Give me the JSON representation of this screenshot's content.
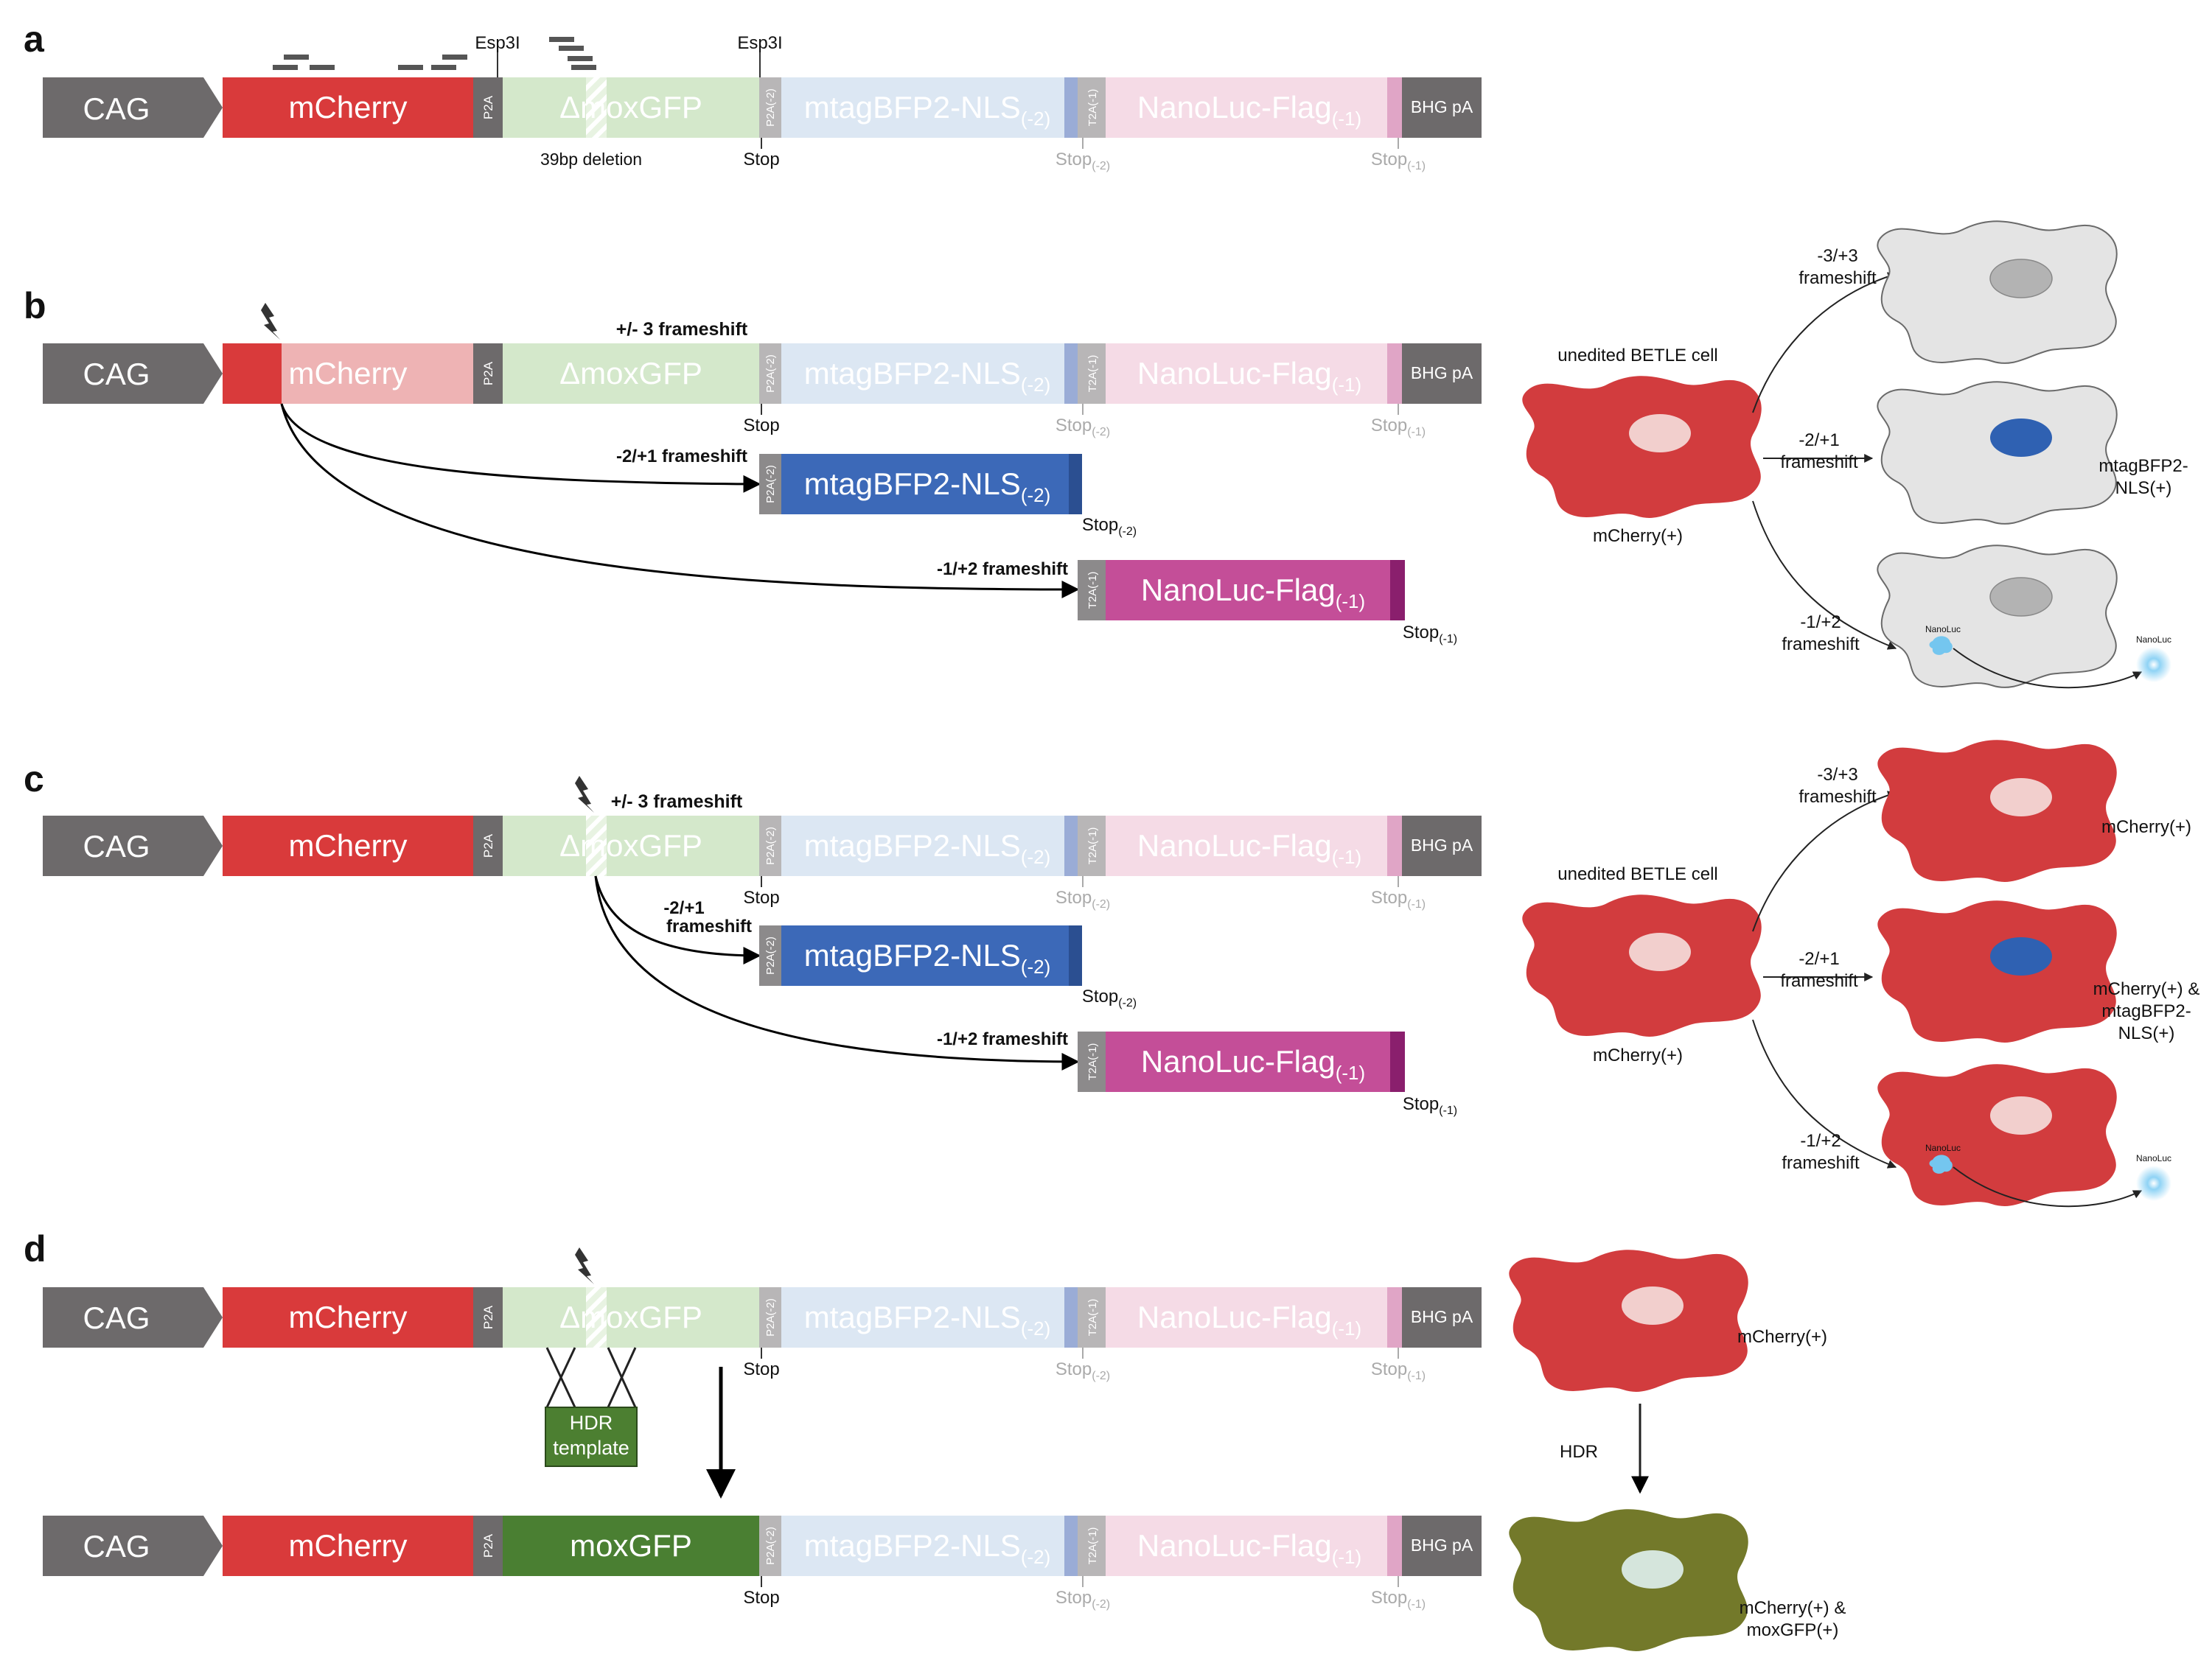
{
  "colors": {
    "promoter": "#6d6a6b",
    "mcherry": "#d93a3b",
    "mcherry_light": "#eeb3b4",
    "gfp_light": "#d4e8cb",
    "gfp": "#4a7f32",
    "bfp_light": "#dce7f3",
    "bfp": "#3c69b8",
    "bfp_tail_light": "#9aacd6",
    "bfp_tail": "#2b4f91",
    "nluc_light": "#f5dbe6",
    "nluc": "#c44e98",
    "nluc_tail_light": "#e0a5c6",
    "nluc_tail": "#8a1f6d",
    "grey_box": "#8c8a8b",
    "cell_red": "#d23c3e",
    "cell_grey": "#e4e4e4",
    "cell_olive": "#73792a",
    "nucleus_pink": "#f2cfcd",
    "nucleus_grey": "#b3b3b3",
    "nucleus_blue": "#2f61b2",
    "nucleus_green": "#d5e5dc",
    "glow": "#74c6ef",
    "hdr_template": "#4c7f31"
  },
  "panel_letters": {
    "a": "a",
    "b": "b",
    "c": "c",
    "d": "d"
  },
  "construct": {
    "cag": "CAG",
    "mcherry": "mCherry",
    "p2a": "P2A",
    "gfp_deleted": "ΔmoxGFP",
    "gfp_repaired": "moxGFP",
    "p2a_2": "P2A(-2)",
    "bfp": "mtagBFP2-NLS",
    "bfp_sub": "(-2)",
    "t2a_1": "T2A(-1)",
    "nluc": "NanoLuc-Flag",
    "nluc_sub": "(-1)",
    "bhg": "BHG pA",
    "stop": "Stop",
    "stop_2_base": "Stop",
    "stop_2_sub": "(-2)",
    "stop_1_base": "Stop",
    "stop_1_sub": "(-1)"
  },
  "panel_a": {
    "esp3i_1": "Esp3I",
    "esp3i_2": "Esp3I",
    "deletion": "39bp deletion"
  },
  "frameshifts": {
    "pm3": "+/- 3 frameshift",
    "m2p1": "-2/+1 frameshift",
    "m2p1_line1": "-2/+1",
    "m2p1_line2": "frameshift",
    "m1p2": "-1/+2 frameshift",
    "m1p2_c": "-1/+2  frameshift"
  },
  "cells": {
    "unedited": "unedited BETLE cell",
    "mcherry_pos": "mCherry(+)",
    "shift_m3p3_line1": "-3/+3",
    "shift_m2p1_line1": "-2/+1",
    "shift_m1p2_line1": "-1/+2",
    "shift_line2": "frameshift",
    "bfp_pos_line1": "mtagBFP2-",
    "bfp_pos_line2": "NLS(+)",
    "mcherry_bfp_line1": "mCherry(+) &",
    "mcherry_bfp_line2": "mtagBFP2-",
    "mcherry_bfp_line3": "NLS(+)",
    "nanoluc": "NanoLuc",
    "hdr": "HDR",
    "hdr_template_line1": "HDR",
    "hdr_template_line2": "template",
    "mcherry_gfp_line1": "mCherry(+) &",
    "mcherry_gfp_line2": "moxGFP(+)"
  }
}
